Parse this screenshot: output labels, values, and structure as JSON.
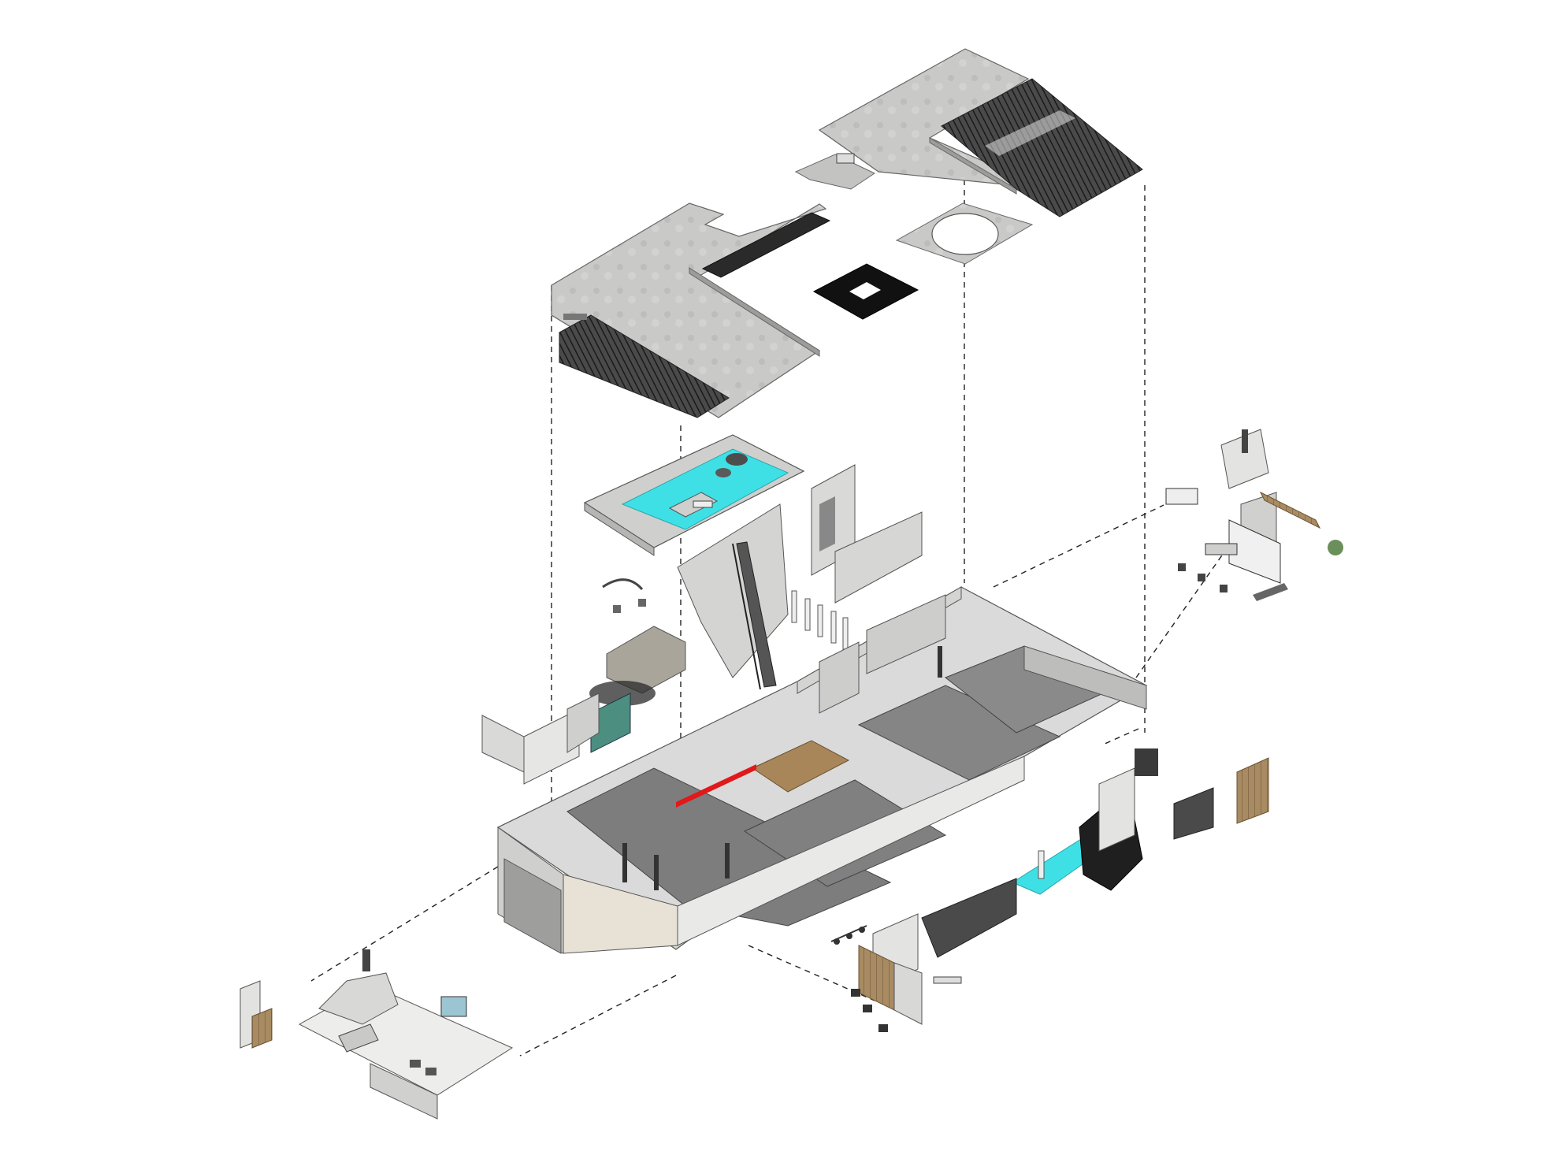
{
  "diagram": {
    "type": "exploded-axonometric",
    "colors": {
      "background": "#ffffff",
      "concrete": "#c9c9c7",
      "concrete_dark": "#9d9d9b",
      "floor_dark": "#7d7d7d",
      "grating": "#3a3a3a",
      "pool_water": "#3ee0e6",
      "wood": "#a88b62",
      "wood_floor": "#a9865a",
      "accent_red": "#e0191b",
      "glass": "#4c8e80",
      "leader_line": "#222222"
    },
    "layers": [
      {
        "name": "roof-slab"
      },
      {
        "name": "upper-roof-slab"
      },
      {
        "name": "roof-grating"
      },
      {
        "name": "skylight-frame"
      },
      {
        "name": "circular-opening-slab"
      },
      {
        "name": "rooftop-pool"
      },
      {
        "name": "staircase"
      },
      {
        "name": "courtyard-walls"
      },
      {
        "name": "columns"
      },
      {
        "name": "sofa-lounge"
      },
      {
        "name": "ground-floor-plan"
      },
      {
        "name": "office-furniture-cluster"
      },
      {
        "name": "garden-water-feature"
      },
      {
        "name": "reception-cluster"
      },
      {
        "name": "meeting-cluster"
      }
    ]
  }
}
